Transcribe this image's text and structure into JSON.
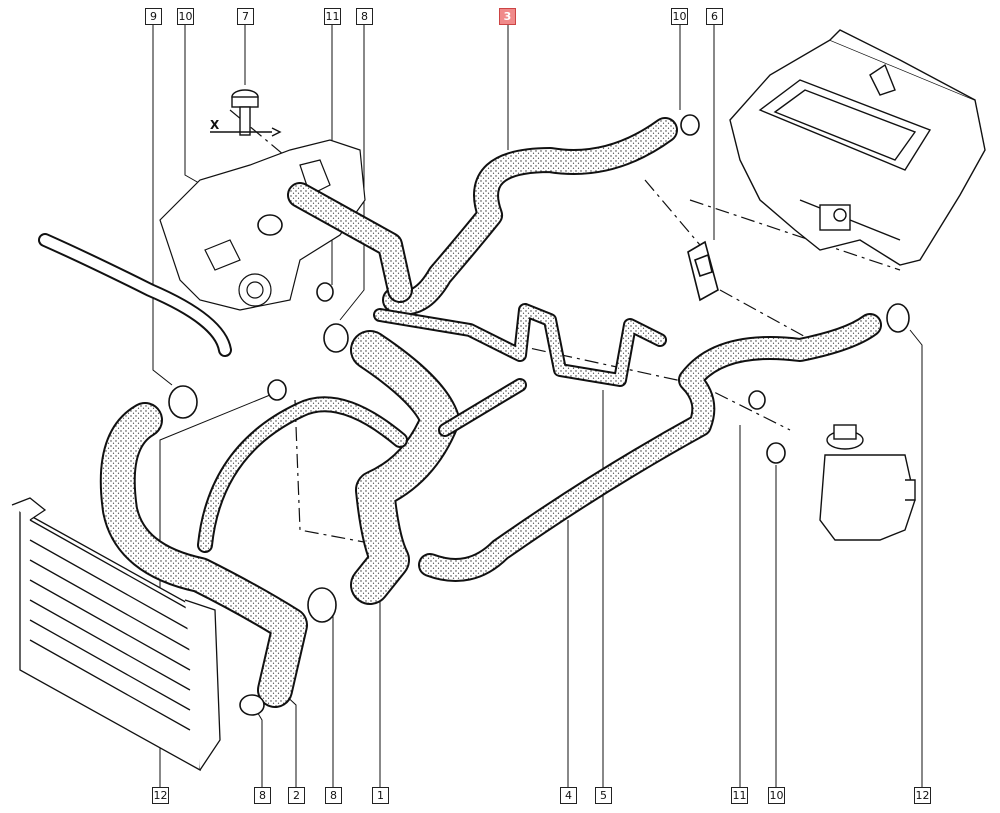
{
  "diagram": {
    "axis_letter": "X",
    "highlight_color": "#f08a8a",
    "callouts": {
      "top_9": "9",
      "top_10a": "10",
      "top_7": "7",
      "top_11": "11",
      "top_8": "8",
      "top_3": "3",
      "top_10b": "10",
      "top_6": "6",
      "bottom_12a": "12",
      "bottom_8a": "8",
      "bottom_2": "2",
      "bottom_8b": "8",
      "bottom_1": "1",
      "bottom_4": "4",
      "bottom_5": "5",
      "bottom_11": "11",
      "bottom_10": "10",
      "bottom_12b": "12"
    }
  }
}
